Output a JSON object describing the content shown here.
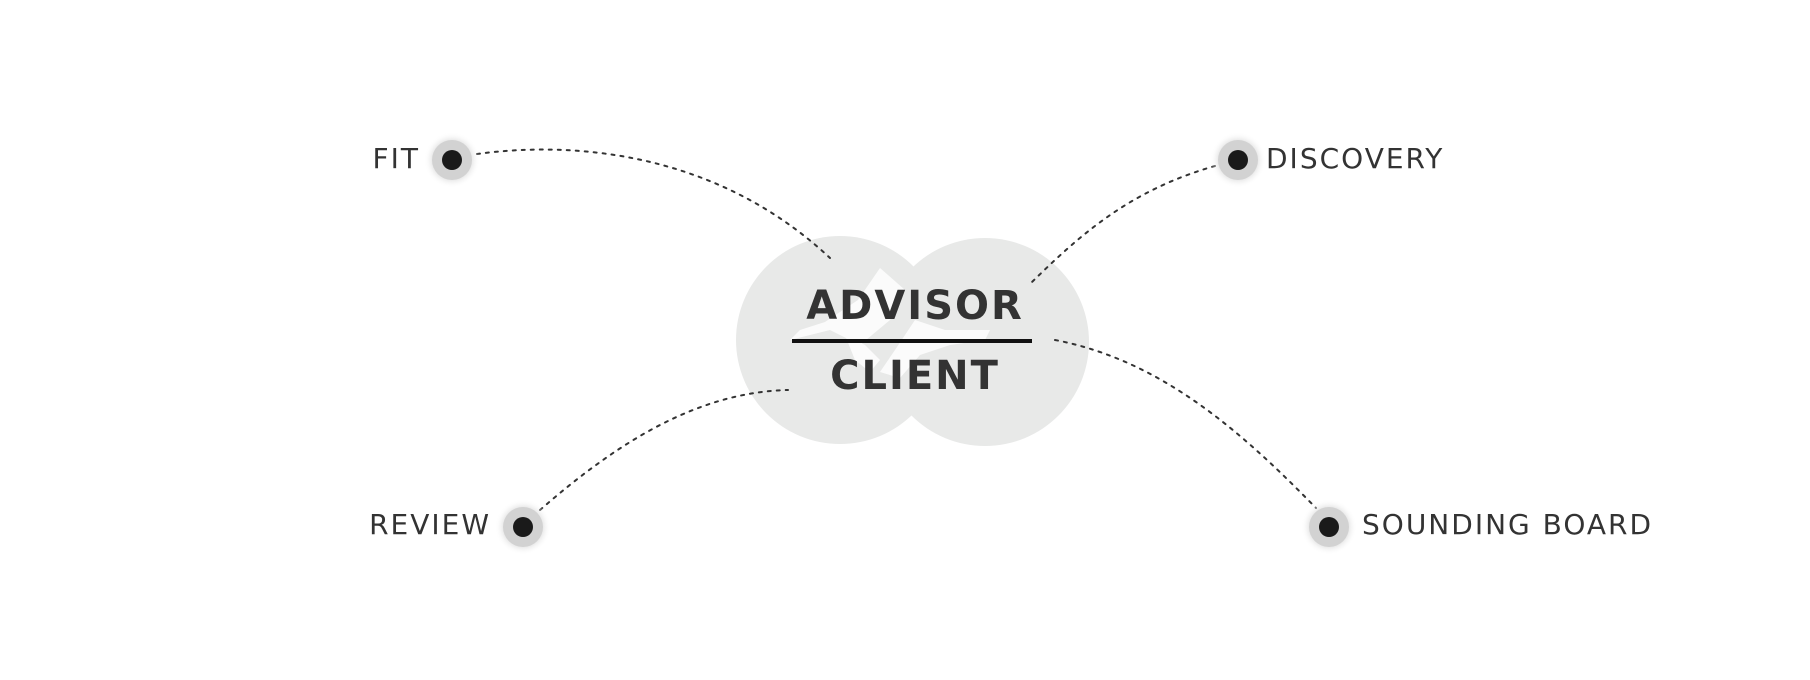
{
  "center": {
    "top": "ADVISOR",
    "bottom": "CLIENT"
  },
  "nodes": {
    "fit": "FIT",
    "discovery": "DISCOVERY",
    "review": "REVIEW",
    "sounding_board": "SOUNDING BOARD"
  },
  "colors": {
    "text": "#333333",
    "circle_bg": "#e8e9e8",
    "dot": "#1a1a1a",
    "dot_halo": "#d2d2d2",
    "connector": "#333333"
  },
  "icons": [
    "handshake-icon"
  ]
}
